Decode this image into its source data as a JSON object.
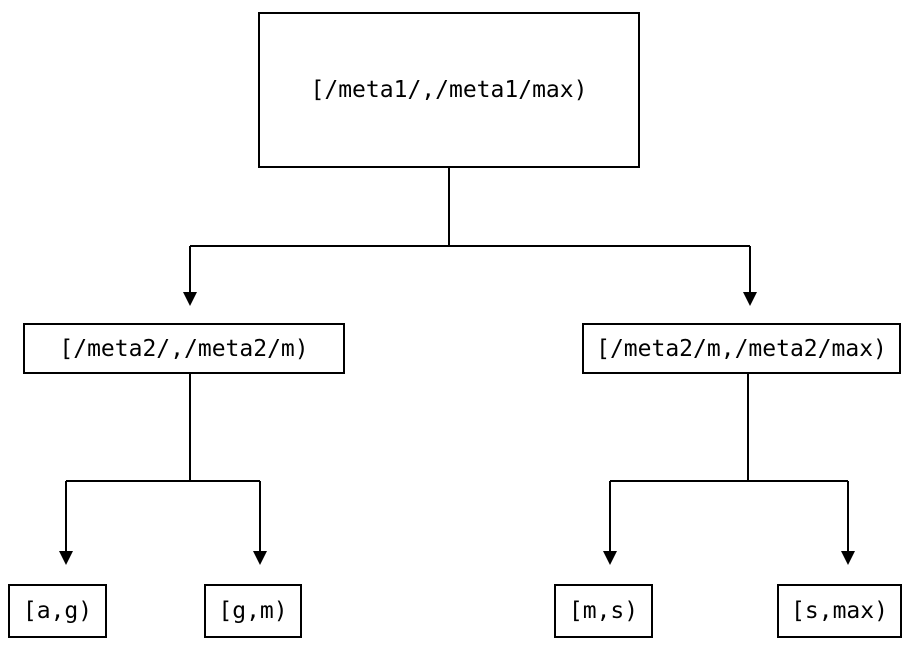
{
  "diagram": {
    "type": "binary-interval-tree",
    "colors": {
      "background": "#ffffff",
      "stroke": "#000000",
      "text": "#000000"
    },
    "nodes": {
      "root": {
        "label": "[/meta1/,/meta1/max)"
      },
      "left": {
        "label": "[/meta2/,/meta2/m)"
      },
      "right": {
        "label": "[/meta2/m,/meta2/max)"
      },
      "leaf_ag": {
        "label": "[a,g)"
      },
      "leaf_gm": {
        "label": "[g,m)"
      },
      "leaf_ms": {
        "label": "[m,s)"
      },
      "leaf_smax": {
        "label": "[s,max)"
      }
    },
    "edges": [
      {
        "from": "root",
        "to": "left"
      },
      {
        "from": "root",
        "to": "right"
      },
      {
        "from": "left",
        "to": "leaf_ag"
      },
      {
        "from": "left",
        "to": "leaf_gm"
      },
      {
        "from": "right",
        "to": "leaf_ms"
      },
      {
        "from": "right",
        "to": "leaf_smax"
      }
    ]
  }
}
